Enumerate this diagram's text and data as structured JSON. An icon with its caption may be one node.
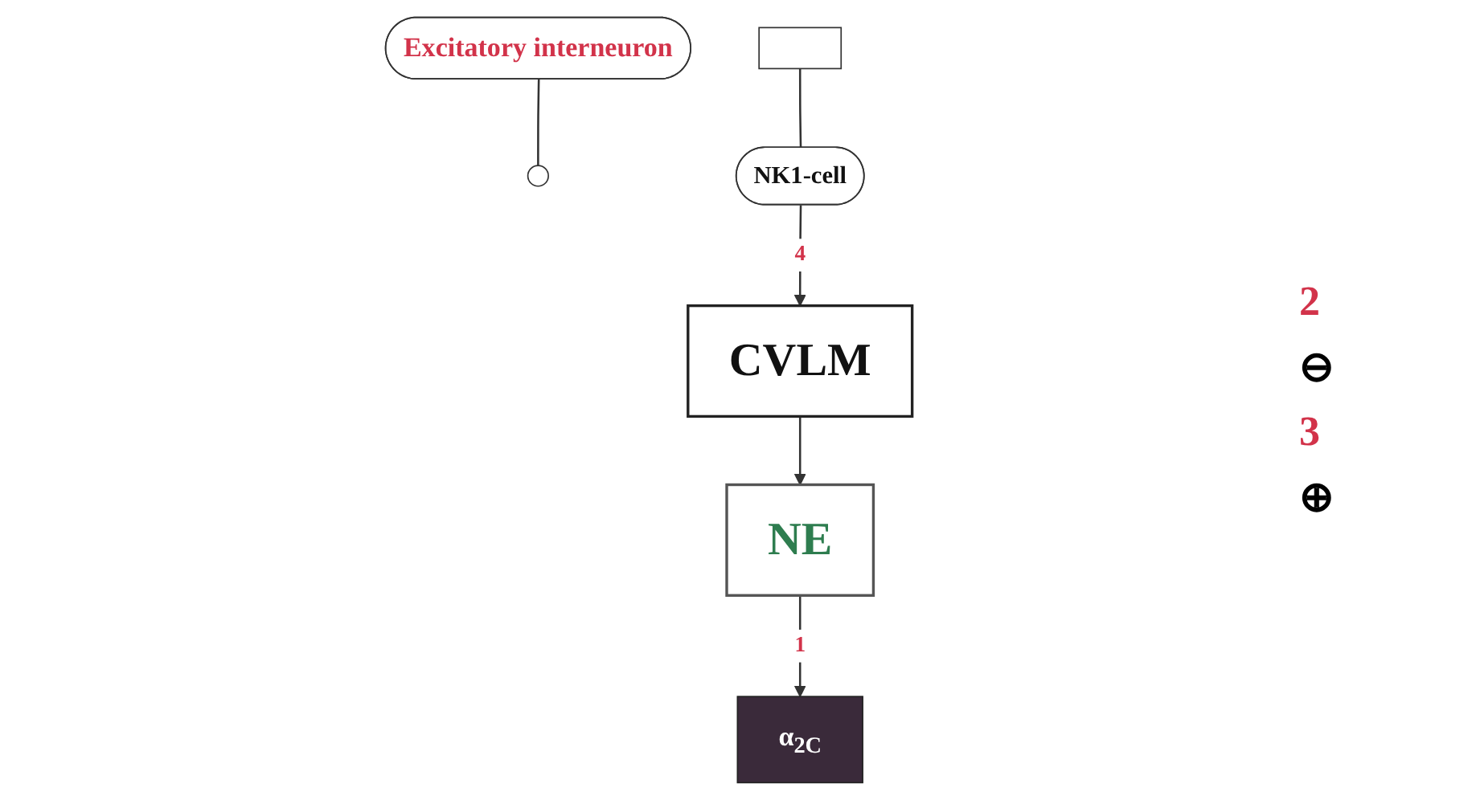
{
  "diagram": {
    "nodes": [
      {
        "text": [
          "NE"
        ]
      },
      {
        "text": [
          "CVLM"
        ]
      },
      {
        "text": [
          "α$_{2C}$"
        ]
      },
      {
        "text": [
          "Excitatory interneuron"
        ]
      },
      {
        "text": [],
        "shape": "circle"
      },
      {
        "text": [],
        "shape": "box"
      },
      {
        "text": [
          "NK1-cell"
        ]
      }
    ],
    "edges": [
      {
        "from": 1,
        "to": 0,
        "arrow": "to"
      },
      {
        "from": 0,
        "to": 2,
        "arrow": "to",
        "label": "1"
      },
      {
        "from": 3,
        "to": 4,
        "arrow": "none"
      },
      {
        "from": 5,
        "to": 6,
        "arrow": "none"
      },
      {
        "from": 6,
        "to": 1,
        "arrow": "to",
        "label": "4"
      }
    ],
    "labels": [
      "2",
      "⊖",
      "3",
      "⊕"
    ]
  }
}
